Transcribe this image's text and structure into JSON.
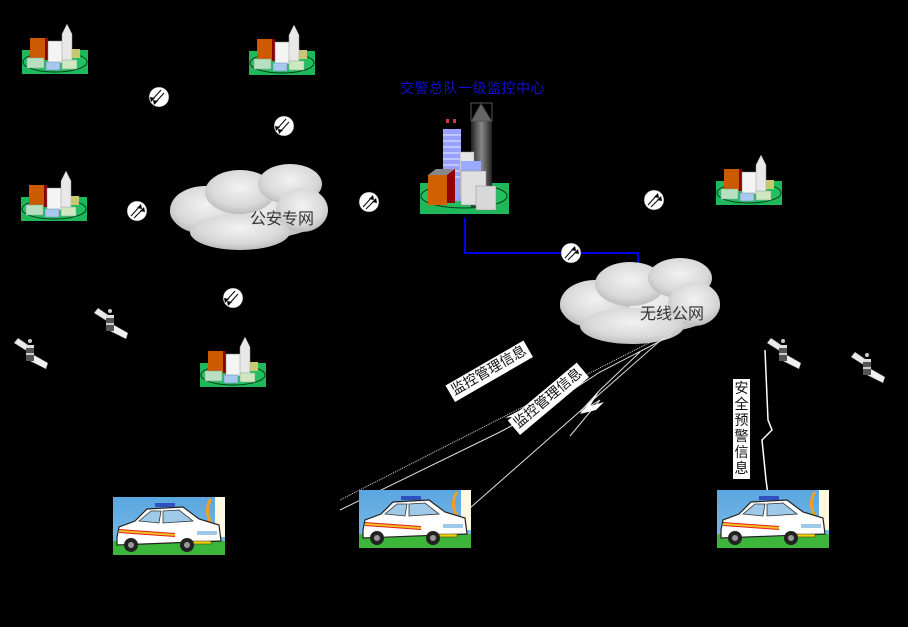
{
  "diagram": {
    "title": "交警总队一级监控中心",
    "title_color": "#1010d0",
    "networks": {
      "police_private": "公安专网",
      "wireless_public": "无线公网"
    },
    "links": {
      "monitor_info_1": "监控管理信息",
      "monitor_info_2": "监控管理信息",
      "safety_warning": "安全预警信息"
    },
    "connector_color": "#0000ee",
    "nodes": {
      "sub_centers": [
        "sub-center",
        "sub-center",
        "sub-center",
        "sub-center",
        "sub-center"
      ],
      "main_center": "main-monitoring-center",
      "vehicles": [
        "police-car",
        "police-car",
        "police-car"
      ],
      "satellites": [
        "satellite",
        "satellite",
        "satellite",
        "satellite"
      ]
    }
  }
}
